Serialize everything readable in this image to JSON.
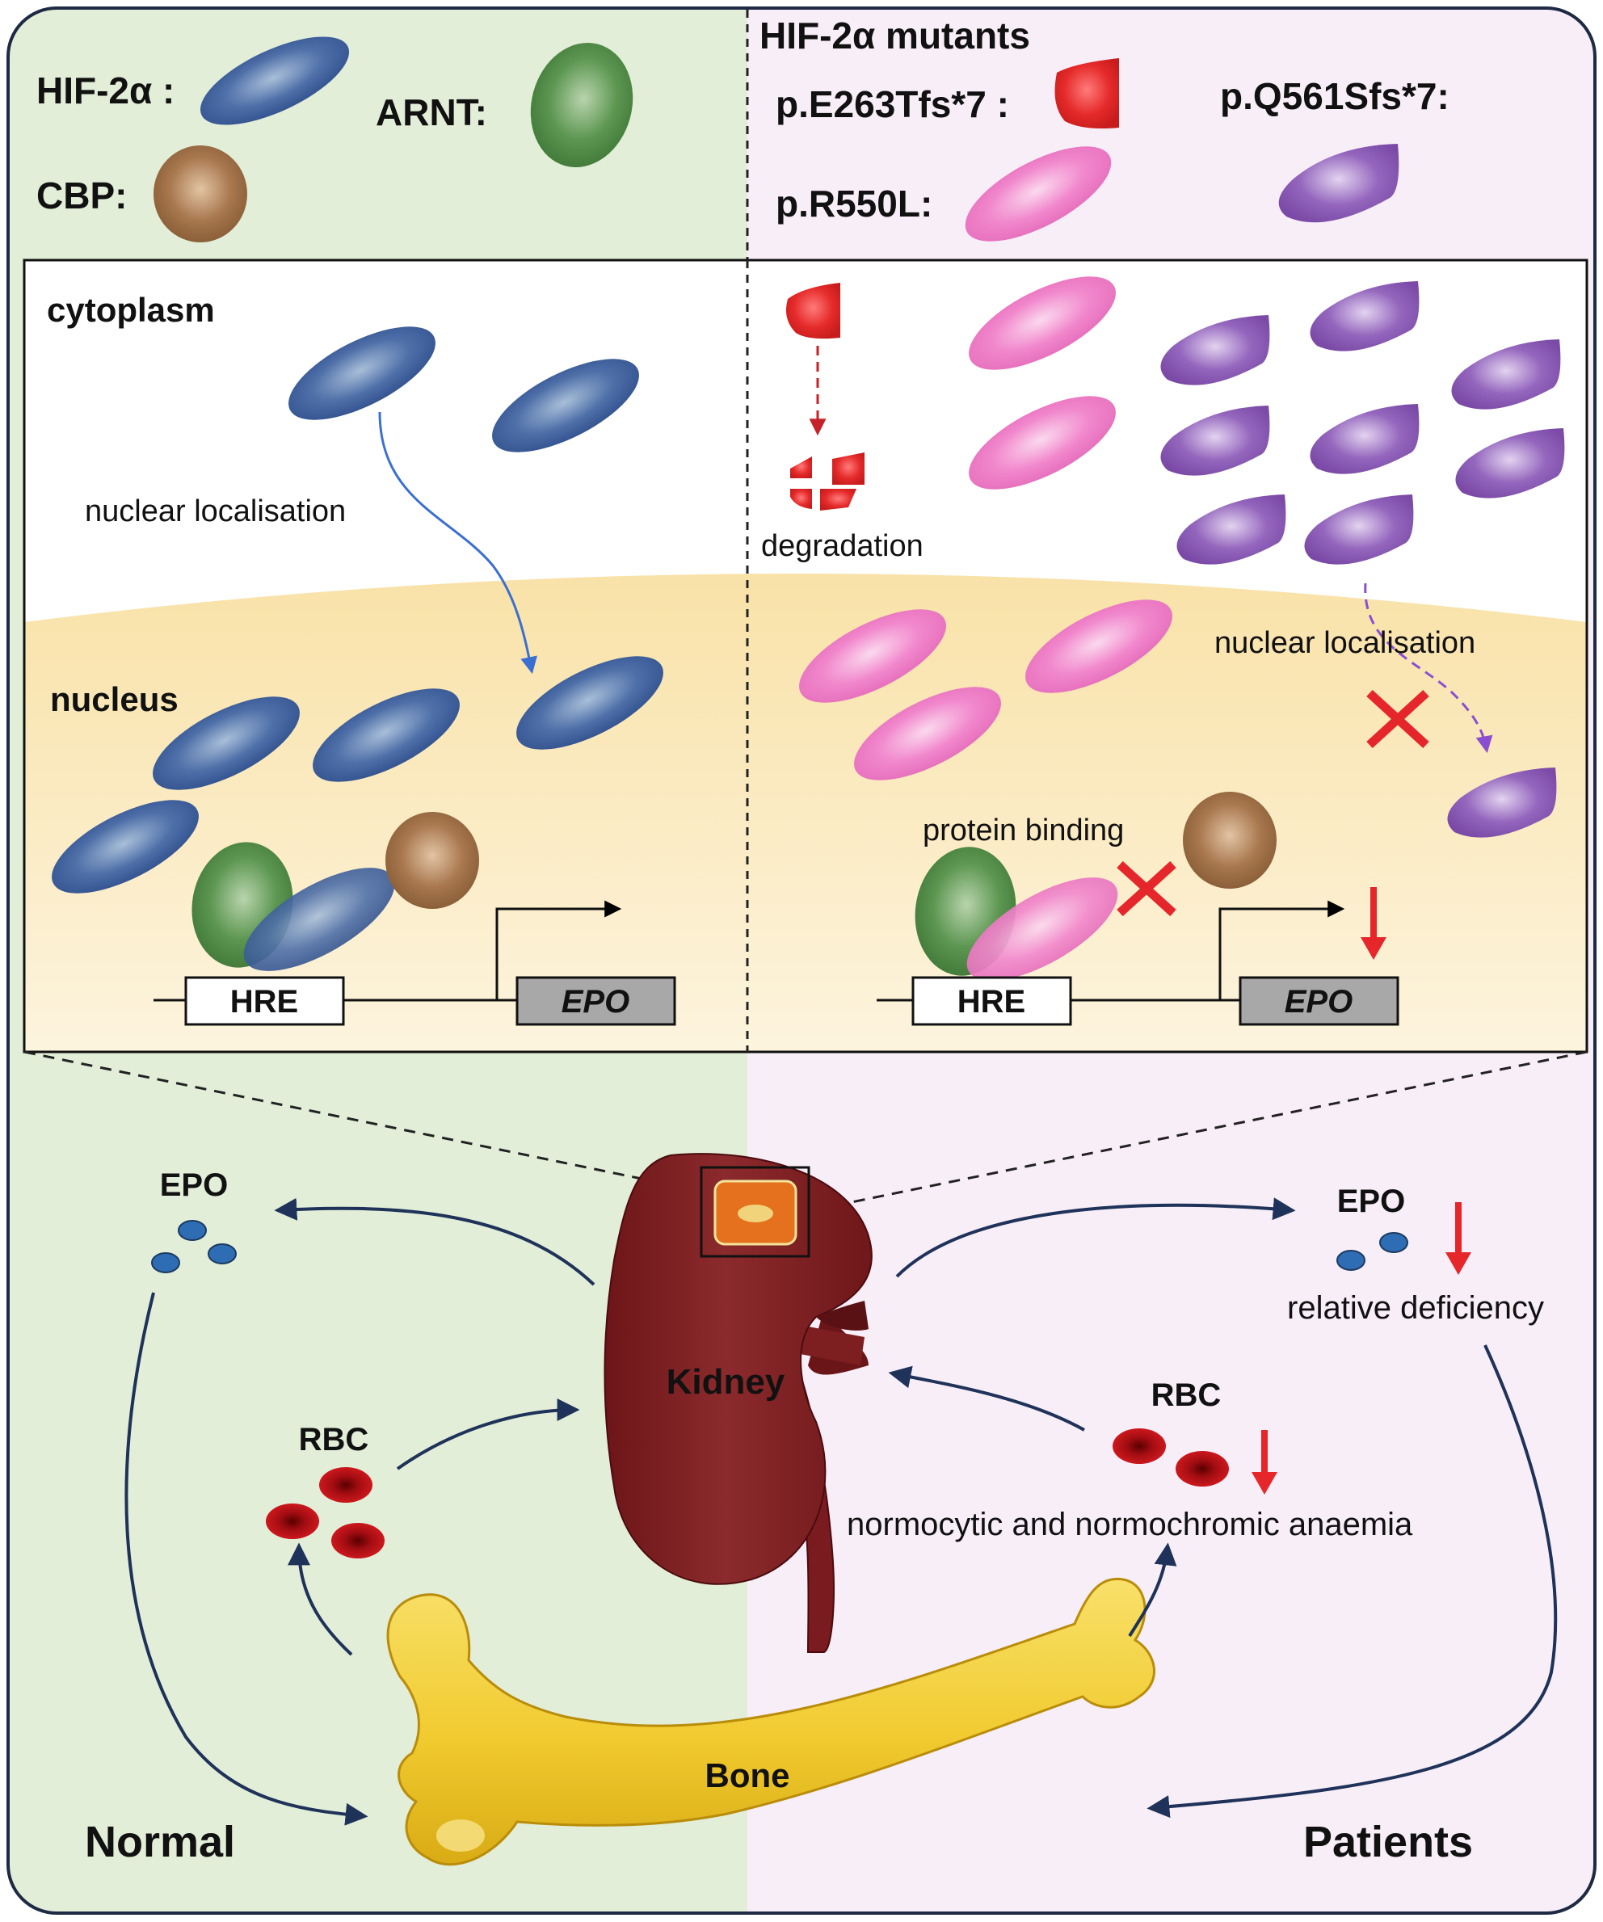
{
  "colors": {
    "normal_bg": "#e2eed8",
    "patient_bg": "#f8eef8",
    "nucleus_fill": "#fbe8b8",
    "hif_blue": "#3d5a98",
    "arnt_green": "#4f8a45",
    "cbp_brown": "#9a6a44",
    "mut_red": "#e5262a",
    "mut_pink": "#ee7fc8",
    "mut_purple": "#8d5bb6",
    "arrow_navy": "#1f3259",
    "kidney": "#7a1e22",
    "bone": "#f0cf3a",
    "rbc": "#c0141a",
    "epo_dot": "#2e6db3"
  },
  "legend": {
    "hif2a": "HIF-2α :",
    "arnt": "ARNT:",
    "cbp": "CBP:",
    "mutants_title": "HIF-2α mutants",
    "mut_e263": "p.E263Tfs*7 :",
    "mut_q561": "p.Q561Sfs*7:",
    "mut_r550": "p.R550L:"
  },
  "cell": {
    "cytoplasm": "cytoplasm",
    "nucleus": "nucleus",
    "nuclear_localisation_left": "nuclear localisation",
    "degradation": "degradation",
    "nuclear_localisation_right": "nuclear localisation",
    "protein_binding": "protein binding",
    "hre_left": "HRE",
    "epo_gene_left": "EPO",
    "hre_right": "HRE",
    "epo_gene_right": "EPO"
  },
  "body": {
    "epo_left": "EPO",
    "epo_right": "EPO",
    "relative_deficiency": "relative deficiency",
    "rbc_left": "RBC",
    "rbc_right": "RBC",
    "anaemia": "normocytic and normochromic anaemia",
    "kidney": "Kidney",
    "bone": "Bone",
    "normal": "Normal",
    "patients": "Patients"
  }
}
